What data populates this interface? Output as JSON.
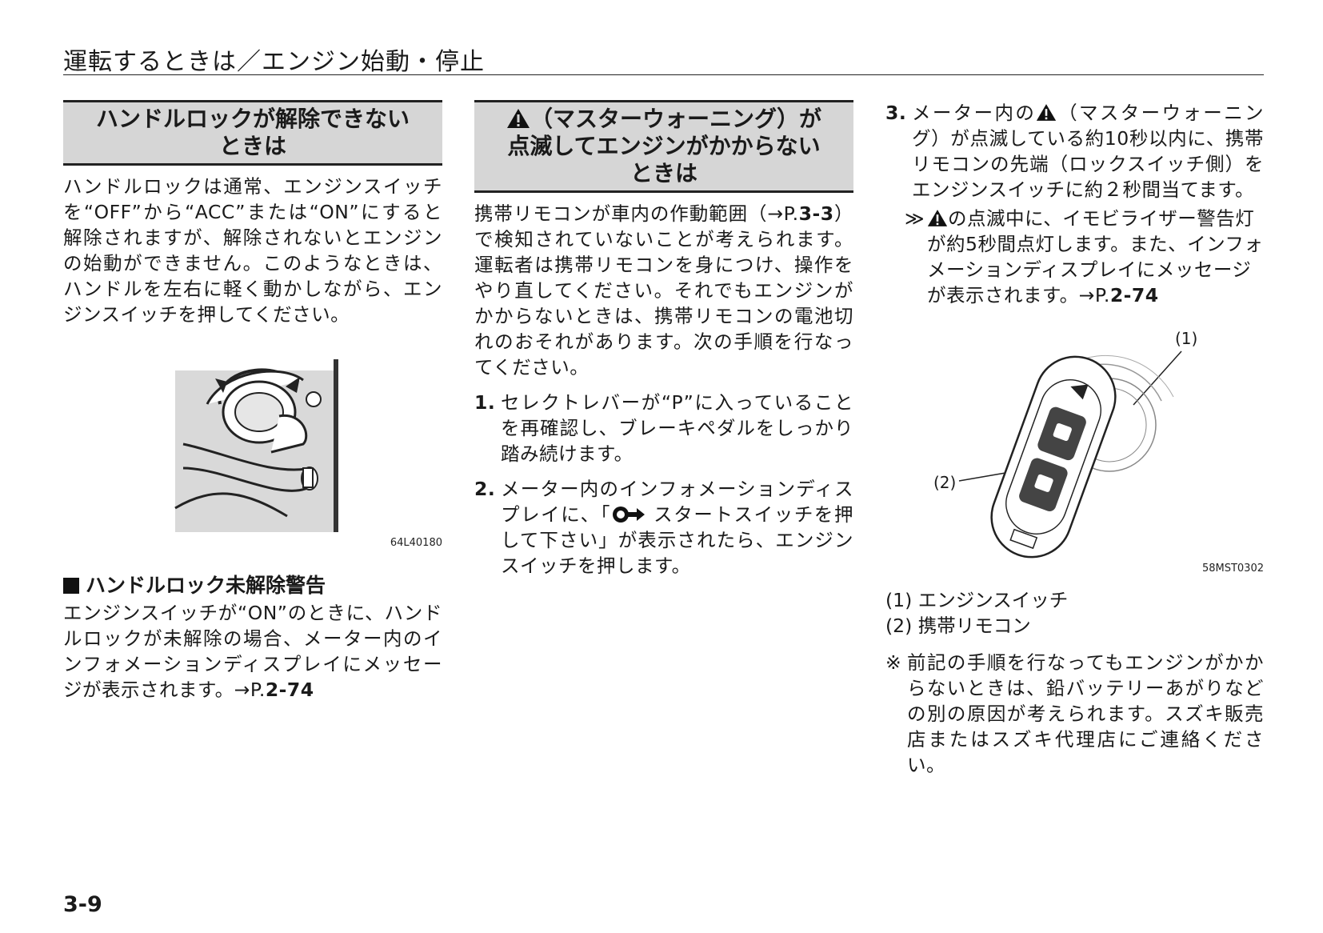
{
  "header": {
    "title": "運転するときは／エンジン始動・停止"
  },
  "col1": {
    "section_title_line1": "ハンドルロックが解除できない",
    "section_title_line2": "ときは",
    "body": "ハンドルロックは通常、エンジンスイッチを“OFF”から“ACC”または“ON”にすると解除されますが、解除されないとエンジンの始動ができません。このようなときは、ハンドルを左右に軽く動かしながら、エンジンスイッチを押してください。",
    "figure_code": "64L40180",
    "subhead": "ハンドルロック未解除警告",
    "sub_body": "エンジンスイッチが“ON”のときに、ハンドルロックが未解除の場合、メーター内のインフォメーションディスプレイにメッセージが表示されます。→P.",
    "sub_ref": "2-74"
  },
  "col2": {
    "section_title_line1": "（マスターウォーニング）が",
    "section_title_line2": "点滅してエンジンがかからない",
    "section_title_line3": "ときは",
    "body_pre": "携帯リモコンが車内の作動範囲（→P.",
    "body_ref": "3-3",
    "body_post": "）で検知されていないことが考えられます。運転者は携帯リモコンを身につけ、操作をやり直してください。それでもエンジンがかからないときは、携帯リモコンの電池切れのおそれがあります。次の手順を行なってください。",
    "steps": [
      {
        "num": "1.",
        "text": "セレクトレバーが“P”に入っていることを再確認し、ブレーキペダルをしっかり踏み続けます。"
      },
      {
        "num": "2.",
        "text_pre": "メーター内のインフォメーションディスプレイに、「",
        "text_post": " スタートスイッチを押して下さい」が表示されたら、エンジンスイッチを押します。"
      }
    ]
  },
  "col3": {
    "step3_num": "3.",
    "step3_pre": "メーター内の",
    "step3_post": "（マスターウォーニング）が点滅している約10秒以内に、携帯リモコンの先端（ロックスイッチ側）をエンジンスイッチに約２秒間当てます。",
    "note_mark": "≫",
    "note_pre": "の点滅中に、イモビライザー警告灯が約5秒間点灯します。また、インフォメーションディスプレイにメッセージが表示されます。→P.",
    "note_ref": "2-74",
    "callout_1": "(1)",
    "callout_2": "(2)",
    "figure_code": "58MST0302",
    "legend": [
      "(1) エンジンスイッチ",
      "(2) 携帯リモコン"
    ],
    "asterisk_mark": "※",
    "asterisk_text": "前記の手順を行なってもエンジンがかからないときは、鉛バッテリーあがりなどの別の原因が考えられます。スズキ販売店またはスズキ代理店にご連絡ください。"
  },
  "footer": {
    "page_number": "3-9"
  }
}
